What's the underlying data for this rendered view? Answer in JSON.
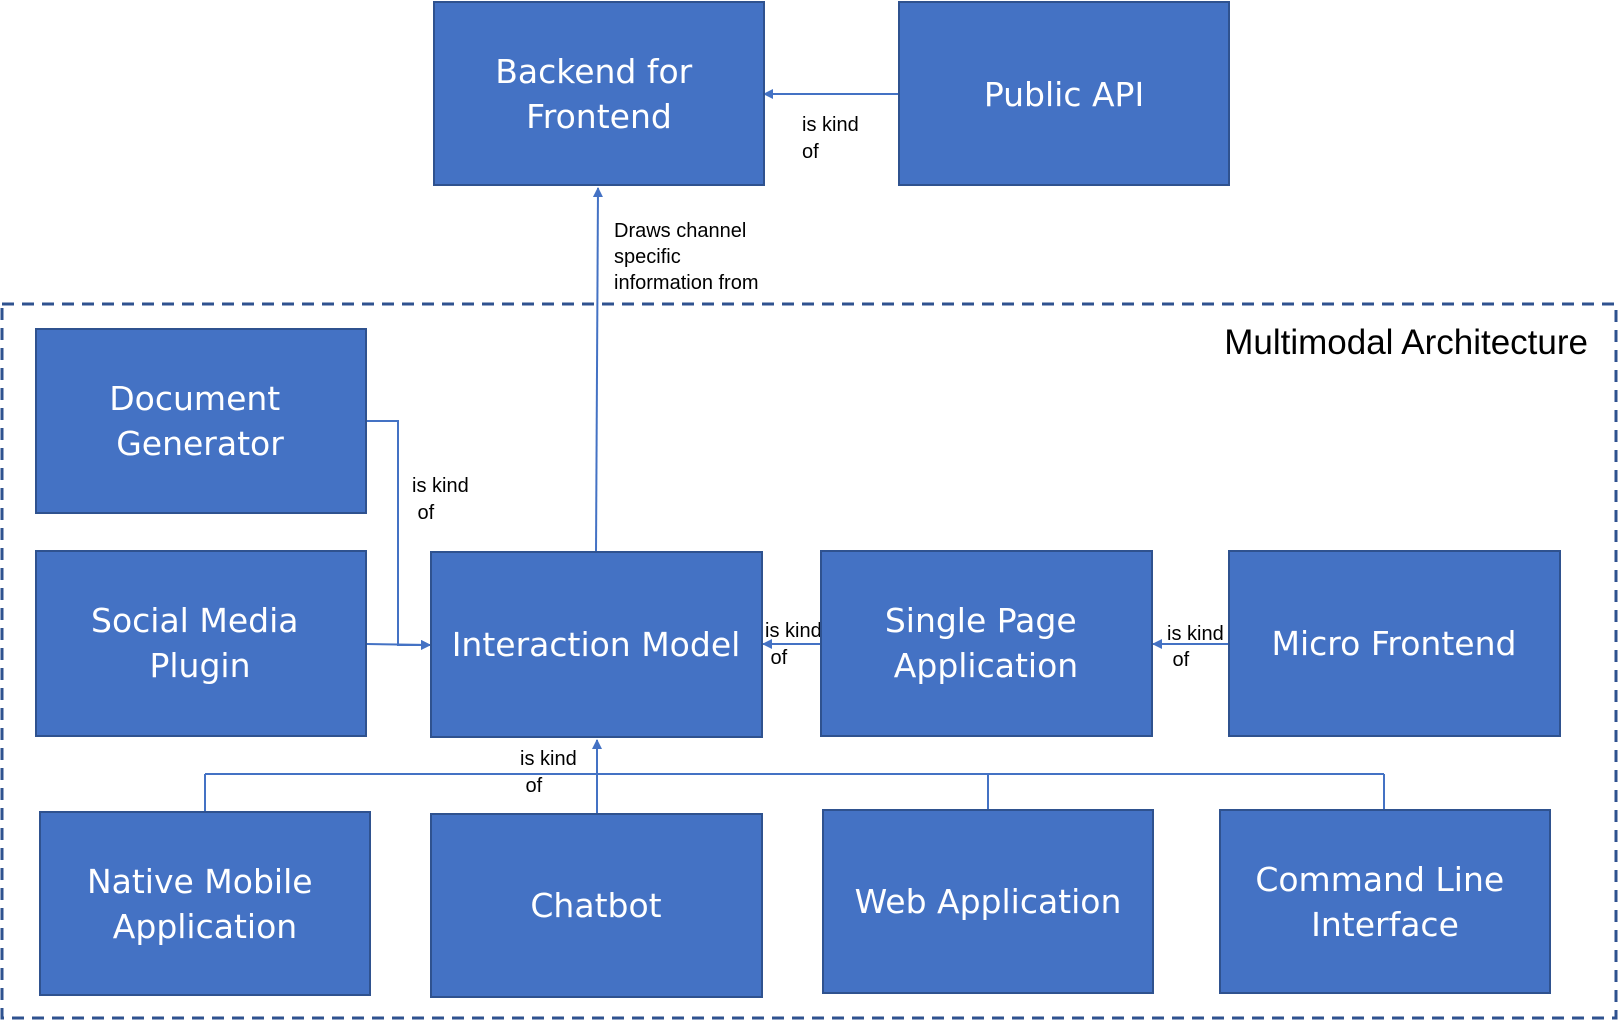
{
  "diagram": {
    "boundary_label": "Multimodal Architecture",
    "colors": {
      "node_fill": "#4472C4",
      "node_border": "#2F528F",
      "edge": "#4472C4",
      "boundary": "#2F528F",
      "label_text": "#000000",
      "node_text": "#FFFFFF"
    },
    "nodes": {
      "backend_for_frontend": {
        "lines": [
          "Backend for",
          "Frontend"
        ]
      },
      "public_api": {
        "lines": [
          "Public API"
        ]
      },
      "document_generator": {
        "lines": [
          "Document",
          "Generator"
        ]
      },
      "social_media_plugin": {
        "lines": [
          "Social Media",
          "Plugin"
        ]
      },
      "interaction_model": {
        "lines": [
          "Interaction Model"
        ]
      },
      "single_page_application": {
        "lines": [
          "Single Page",
          "Application"
        ]
      },
      "micro_frontend": {
        "lines": [
          "Micro Frontend"
        ]
      },
      "native_mobile_application": {
        "lines": [
          "Native Mobile",
          "Application"
        ]
      },
      "chatbot": {
        "lines": [
          "Chatbot"
        ]
      },
      "web_application": {
        "lines": [
          "Web Application"
        ]
      },
      "command_line_interface": {
        "lines": [
          "Command Line",
          "Interface"
        ]
      }
    },
    "edges": [
      {
        "from": "public_api",
        "to": "backend_for_frontend",
        "label": [
          "is kind",
          "of"
        ]
      },
      {
        "from": "interaction_model",
        "to": "backend_for_frontend",
        "label": [
          "Draws channel",
          "specific",
          "information from"
        ]
      },
      {
        "from": "document_generator",
        "to": "interaction_model",
        "label": [
          "is kind",
          " of"
        ]
      },
      {
        "from": "social_media_plugin",
        "to": "interaction_model",
        "label": []
      },
      {
        "from": "single_page_application",
        "to": "interaction_model",
        "label": [
          "is kind",
          " of"
        ]
      },
      {
        "from": "micro_frontend",
        "to": "single_page_application",
        "label": [
          "is kind",
          " of"
        ]
      },
      {
        "from": "native_mobile_application",
        "to": "interaction_model",
        "label": [
          "is kind",
          " of"
        ]
      },
      {
        "from": "chatbot",
        "to": "interaction_model",
        "label": []
      },
      {
        "from": "web_application",
        "to": "interaction_model",
        "label": []
      },
      {
        "from": "command_line_interface",
        "to": "interaction_model",
        "label": []
      }
    ]
  }
}
